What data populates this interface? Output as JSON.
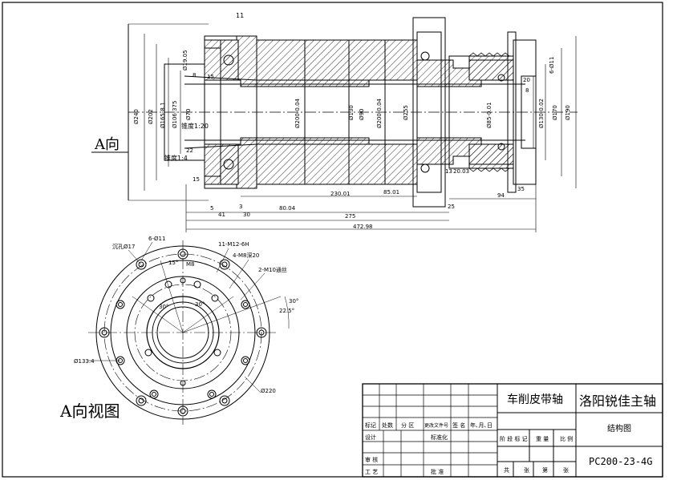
{
  "drawing": {
    "view_label": "A向",
    "view_caption": "A向视图",
    "section_dims_top": [
      "11"
    ],
    "section_dims_left": [
      "Ø240",
      "Ø202",
      "Ø165-8.1",
      "Ø106.375",
      "Ø70",
      "Ø19.05",
      "8",
      "15"
    ],
    "section_dims_mid": [
      "Ø200-0.04",
      "Ø130",
      "Ø90",
      "Ø200-0.04",
      "Ø255"
    ],
    "section_dims_right": [
      "Ø85-0.01",
      "Ø130-0.02",
      "Ø170",
      "Ø190",
      "6-Ø11",
      "20",
      "8"
    ],
    "taper_1": "锥度1:20",
    "taper_2": "锥度1:4",
    "lower_dims": [
      "22",
      "15",
      "13",
      "20.03",
      "94",
      "35",
      "230.01",
      "85.01",
      "5",
      "41",
      "3",
      "30",
      "80.04",
      "25",
      "275",
      "472.98"
    ],
    "view_annotations": [
      "沉孔Ø17",
      "6-Ø11",
      "11-M12-6H",
      "4-M8深20",
      "2-M10通丝",
      "15°",
      "M8",
      "30°",
      "30°",
      "22.5°",
      "30°",
      "Ø133.4",
      "Ø220"
    ]
  },
  "title_block": {
    "part_name": "车削皮带轴",
    "company": "洛阳锐佳主轴",
    "drawing_type": "结构图",
    "drawing_no": "PC200-23-4G",
    "header_labels": [
      "标记",
      "处数",
      "分 区",
      "更改文件号",
      "签 名",
      "年､月､日"
    ],
    "row_design": "设计",
    "row_standard": "标准化",
    "row_review": "审 核",
    "row_process": "工 艺",
    "row_approve": "批 准",
    "stage_labels": [
      "阶 段 标 记",
      "重 量",
      "比 例"
    ],
    "sheet_labels": [
      "共",
      "张",
      "第",
      "张"
    ]
  }
}
